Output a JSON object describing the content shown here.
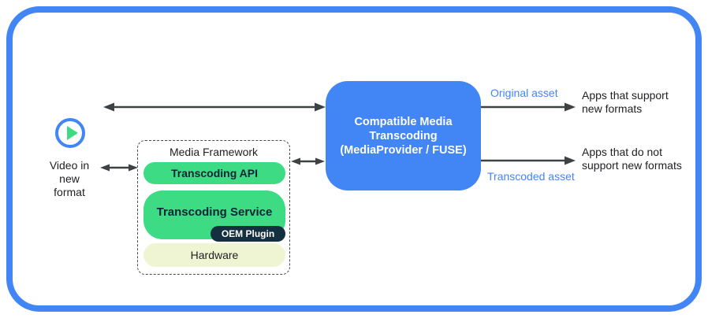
{
  "colors": {
    "accent_blue": "#4285F4",
    "android_green": "#3DDC84",
    "plugin_navy": "#143040",
    "hardware_cream": "#EFF5D3",
    "arrow_gray": "#3E4245",
    "asset_label_blue": "#4285F4"
  },
  "source": {
    "icon": "play-icon",
    "label": "Video in\nnew\nformat"
  },
  "framework": {
    "title": "Media Framework",
    "api_label": "Transcoding API",
    "service_label": "Transcoding Service",
    "plugin_label": "OEM Plugin",
    "hardware_label": "Hardware"
  },
  "transcoder": {
    "label": "Compatible Media\nTranscoding\n(MediaProvider / FUSE)"
  },
  "outputs": {
    "original": {
      "arrow_label": "Original asset",
      "target_label": "Apps that support\nnew formats"
    },
    "transcoded": {
      "arrow_label": "Transcoded asset",
      "target_label": "Apps that do not\nsupport new formats"
    }
  }
}
